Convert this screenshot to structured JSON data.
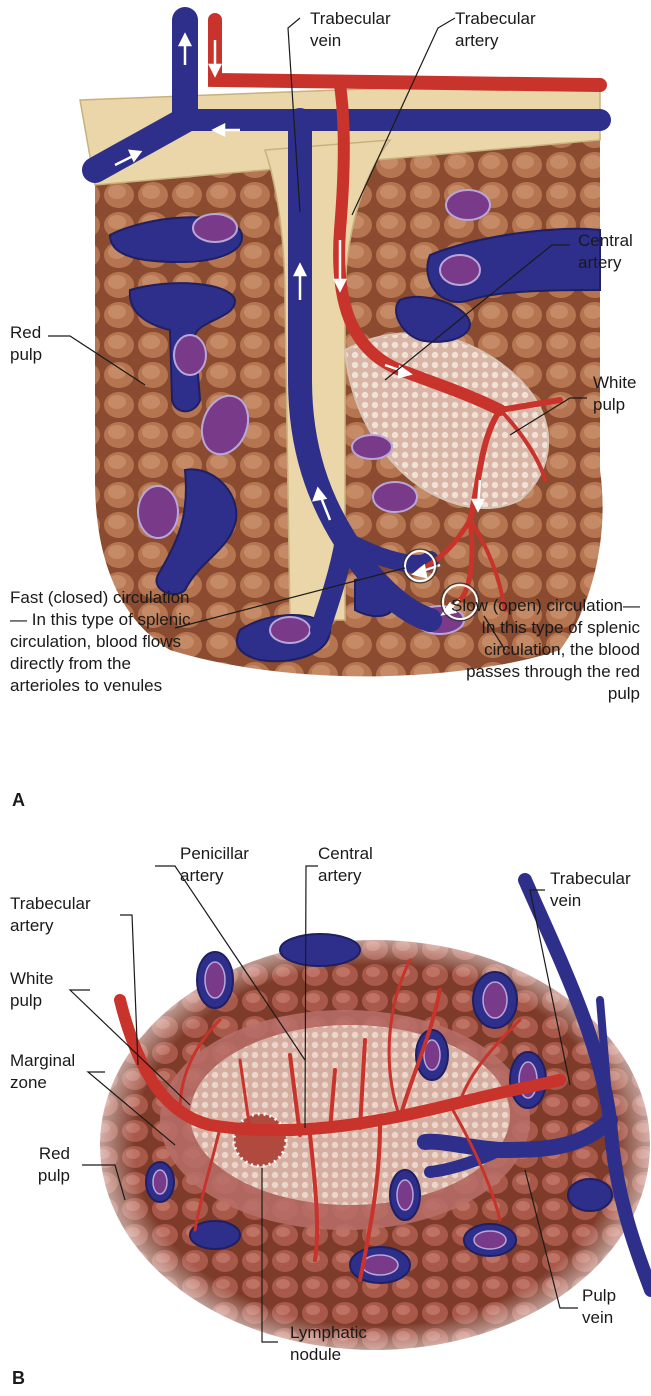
{
  "panel_a": {
    "letter": "A",
    "labels": {
      "trabecular_vein": "Trabecular vein",
      "trabecular_artery": "Trabecular artery",
      "central_artery": "Central artery",
      "red_pulp": "Red pulp",
      "white_pulp": "White pulp",
      "fast_circulation": "Fast (closed) circulation— In this type of  splenic circulation, blood flows directly from the arterioles to venules",
      "slow_circulation": "Slow (open) circulation— In this type of splenic circulation, the blood passes through the red pulp"
    }
  },
  "panel_b": {
    "letter": "B",
    "labels": {
      "penicillar_artery": "Penicillar artery",
      "central_artery": "Central artery",
      "trabecular_vein": "Trabecular vein",
      "trabecular_artery": "Trabecular artery",
      "white_pulp": "White pulp",
      "marginal_zone": "Marginal zone",
      "red_pulp": "Red pulp",
      "pulp_vein": "Pulp vein",
      "lymphatic_nodule": "Lymphatic nodule"
    }
  },
  "colors": {
    "vein": "#2e2f8a",
    "artery": "#c8332b",
    "red_pulp": "#9a5a3c",
    "trabecula": "#ead6a8",
    "white_pulp": "#e9dccd",
    "leader": "#1a1a1a"
  }
}
